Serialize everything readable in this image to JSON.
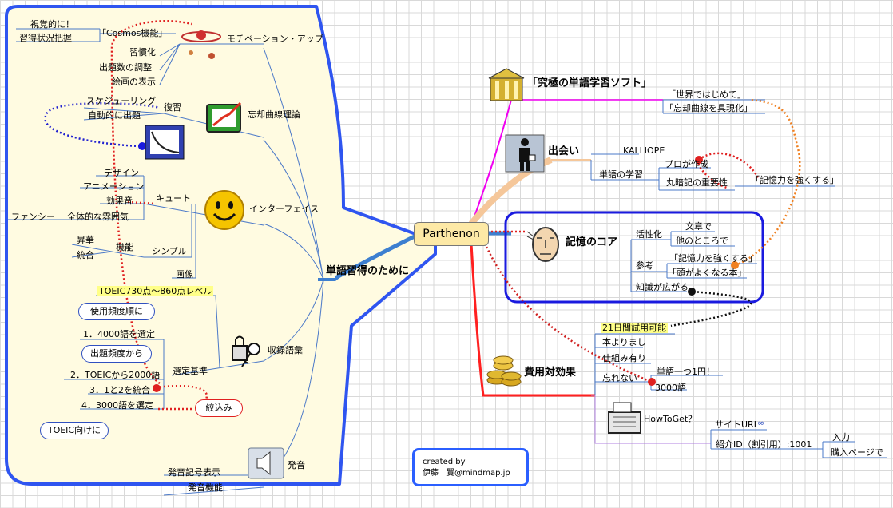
{
  "center": "Parthenon",
  "credit": {
    "line1": "created by",
    "line2": "伊藤　賢@mindmap.jp"
  },
  "left": {
    "main": "単語習得のために",
    "motivation": {
      "label": "モチベーション・アップ",
      "cosmos": "「Cosmos機能」",
      "cosmos_children": [
        "視覚的に！",
        "習得状況把握"
      ],
      "items": [
        "習慣化",
        "出題数の調整",
        "絵画の表示"
      ]
    },
    "forgetting": {
      "label": "忘却曲線理論",
      "review": "復習",
      "review_children": [
        "スケジューリング",
        "自動的に出題"
      ]
    },
    "interface": {
      "label": "インターフェイス",
      "cute": "キュート",
      "cute_children": [
        "デザイン",
        "アニメーション",
        "効果音",
        "全体的な雰囲気"
      ],
      "fancy": "ファンシー",
      "simple": "シンプル",
      "function": "機能",
      "function_children": [
        "昇華",
        "統合"
      ],
      "image": "画像"
    },
    "vocab": {
      "label": "収録語彙",
      "level": "TOEIC730点～860点レベル",
      "criteria": "選定基準",
      "steps": [
        "1．4000語を選定",
        "2．TOEICから2000語",
        "3．1と2を統合",
        "4．3000語を選定"
      ],
      "bubble_freq": "使用頻度順に",
      "bubble_exam": "出題頻度から",
      "bubble_narrow": "絞込み",
      "bubble_toeic": "TOEIC向けに"
    },
    "pronunciation": {
      "label": "発音",
      "items": [
        "発音記号表示",
        "発音機能"
      ]
    }
  },
  "right": {
    "ultimate": {
      "label": "「究極の単語学習ソフト」",
      "items": [
        "「世界ではじめて」",
        "「忘却曲線を具現化」"
      ]
    },
    "meeting": {
      "label": "出会い",
      "kalliope": "KALLIOPE",
      "word_study": "単語の学習",
      "pro": "プロが作成",
      "rote": "丸暗記の重要性",
      "strengthen": "「記憶力を強くする」"
    },
    "memory": {
      "label": "記憶のコア",
      "activate": "活性化",
      "activate_children": [
        "文章で",
        "他のところで"
      ],
      "ref": "参考",
      "ref_children": [
        "「記憶力を強くする」",
        "「頭がよくなる本」"
      ],
      "spread": "知識が広がる"
    },
    "cost": {
      "label": "費用対効果",
      "trial": "21日間試用可能",
      "items": [
        "本よりまし",
        "仕組み有り",
        "忘れない"
      ],
      "per_word": "単語一つ1円！",
      "count": "3000語",
      "howto": "HowToGet？",
      "site": "サイトURL",
      "intro": "紹介ID（割引用）:1001",
      "intro_children": [
        "入力",
        "購入ページで"
      ]
    }
  }
}
